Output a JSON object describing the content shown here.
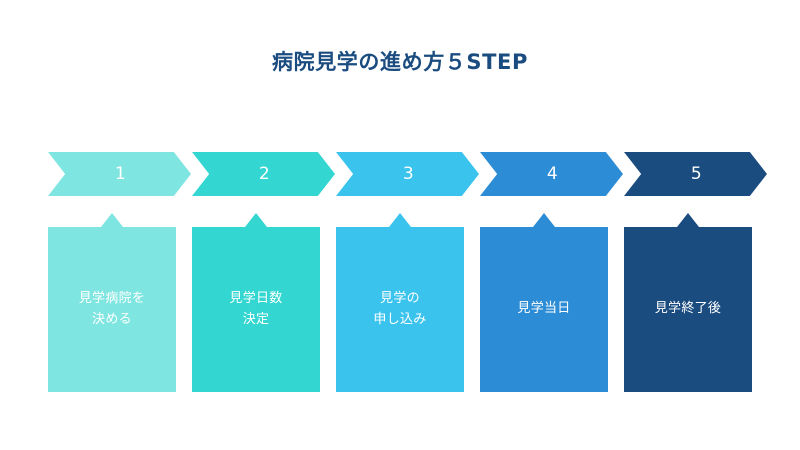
{
  "title": "病院見学の進め方５STEP",
  "background_color": "#ffffff",
  "title_color": "#1b4c80",
  "steps": [
    {
      "number": "1",
      "label": "見学病院を\n決める",
      "color": "#7fe5e0"
    },
    {
      "number": "2",
      "label": "見学日数\n決定",
      "color": "#33d6d0"
    },
    {
      "number": "3",
      "label": "見学の\n申し込み",
      "color": "#3ac3ed"
    },
    {
      "number": "4",
      "label": "見学当日",
      "color": "#2c8cd6"
    },
    {
      "number": "5",
      "label": "見学終了後",
      "color": "#1b4c80"
    }
  ]
}
